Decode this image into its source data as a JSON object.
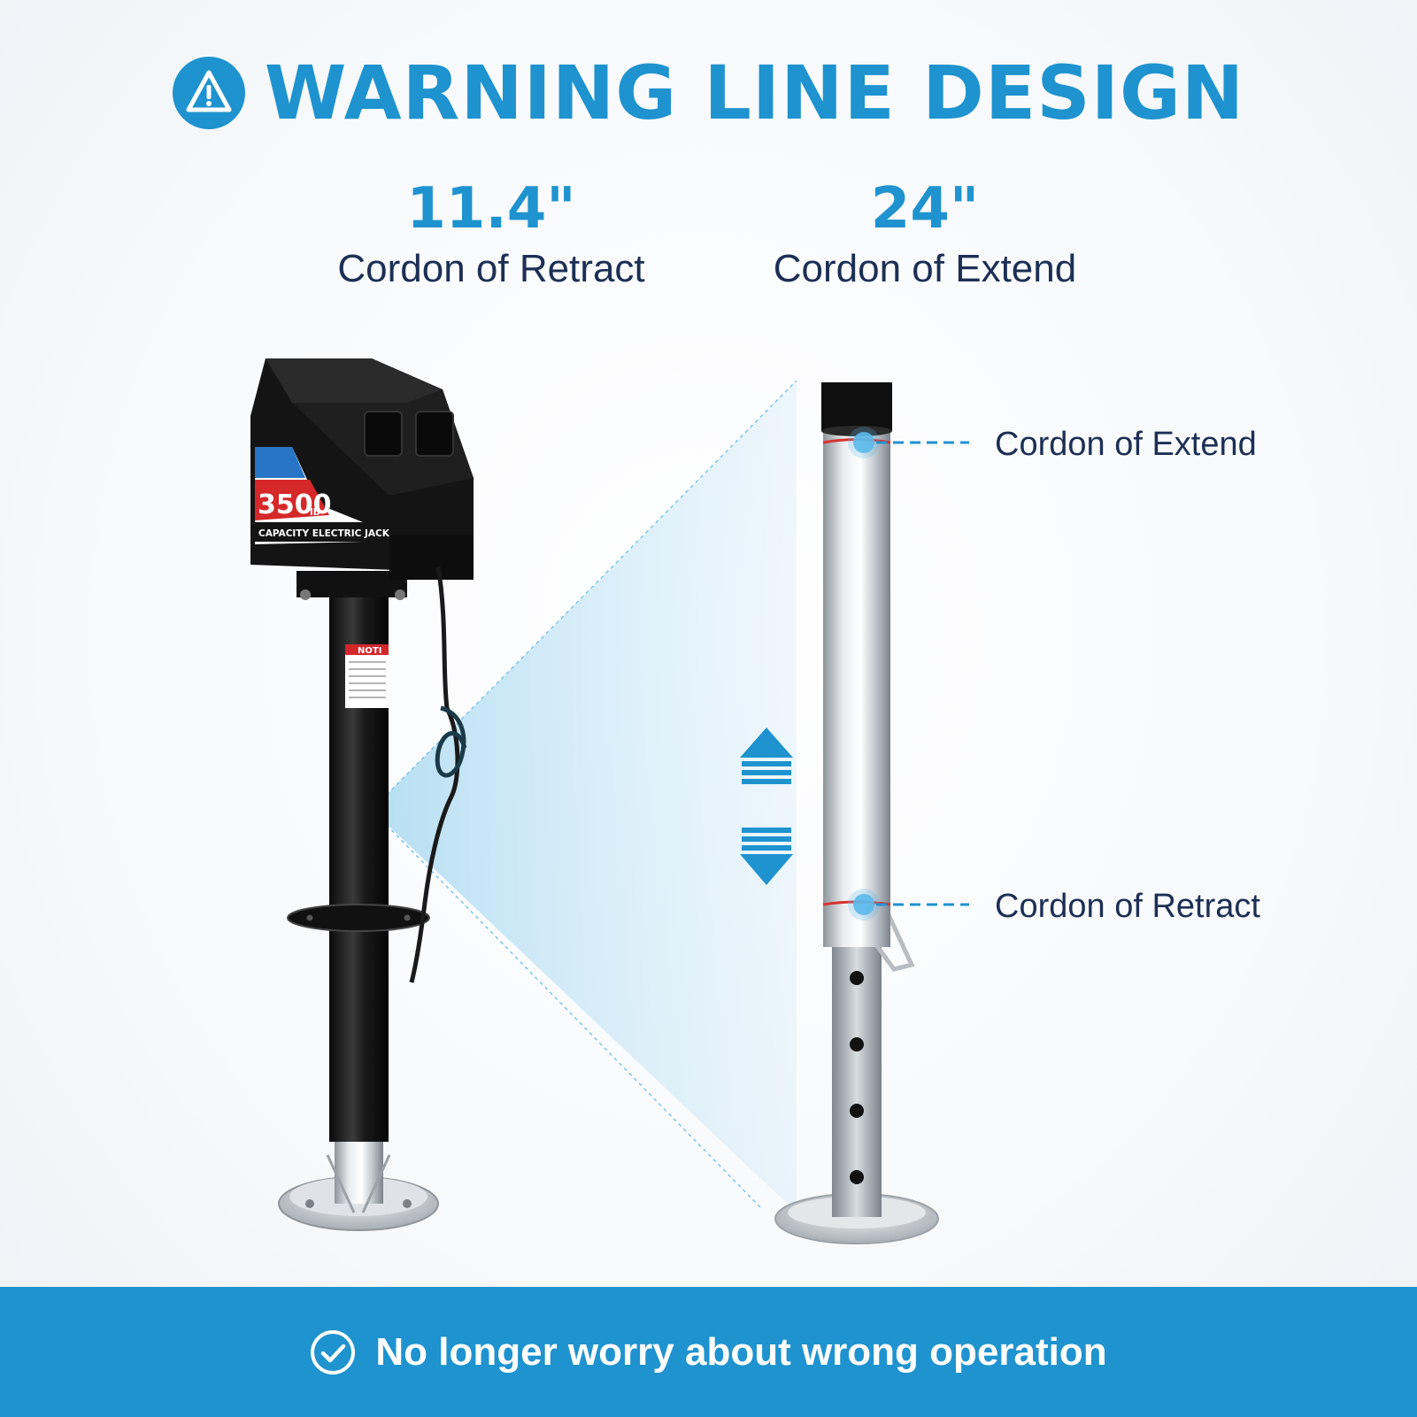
{
  "title": "WARNING LINE DESIGN",
  "specs": {
    "retract": {
      "value": "11.4\"",
      "label": "Cordon of Retract"
    },
    "extend": {
      "value": "24\"",
      "label": "Cordon of Extend"
    }
  },
  "callouts": {
    "extend": "Cordon of Extend",
    "retract": "Cordon of Retract"
  },
  "product": {
    "capacity": "3500",
    "capacity_unit": "lb",
    "capacity_label": "CAPACITY ELECTRIC JACK",
    "notice": "NOTI"
  },
  "footer": {
    "text": "No longer worry about wrong operation"
  },
  "colors": {
    "accent": "#1e93cf",
    "navy": "#1c2f55",
    "marker": "#d8322e"
  },
  "icons": {
    "title": "warning-icon",
    "footer": "check-circle-icon"
  }
}
